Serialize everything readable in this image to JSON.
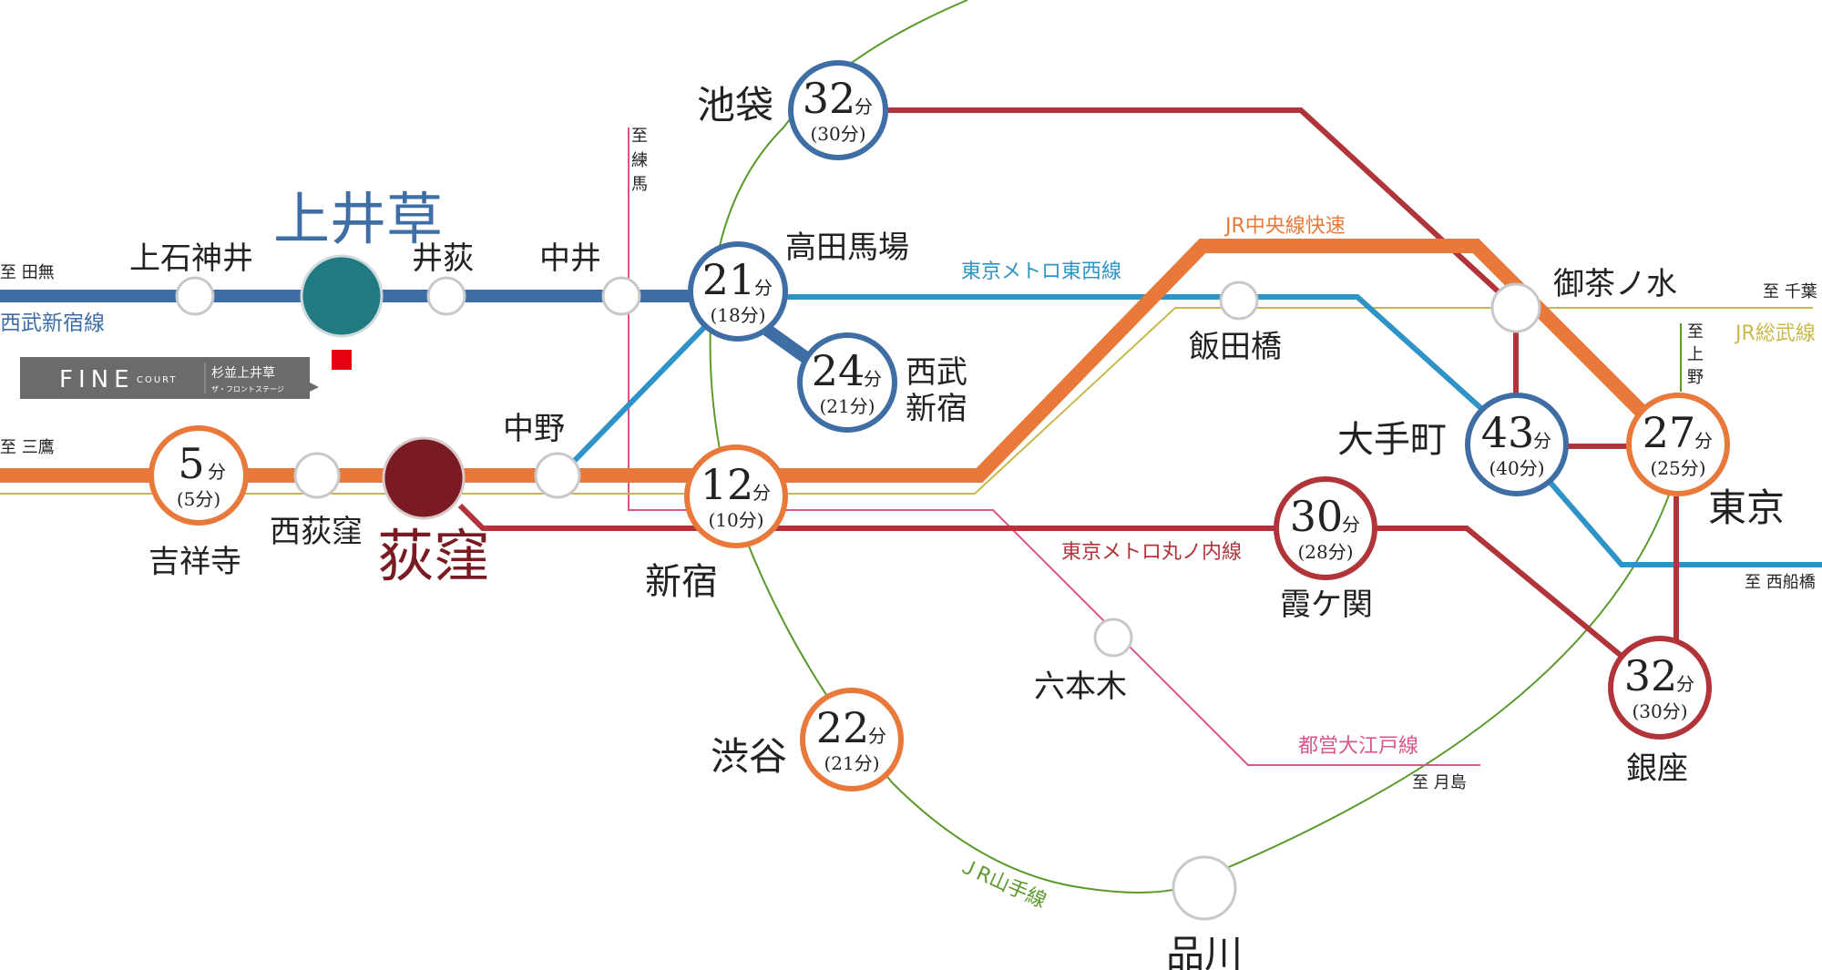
{
  "colors": {
    "seibu": "#3f6ea5",
    "chuo": "#e8793a",
    "marunouchi": "#b0343a",
    "tozai": "#2e94c7",
    "yamanote": "#5a9a2c",
    "oedo": "#d6568c",
    "sobu": "#c9b84a",
    "home": "#1f7a82",
    "ogikubo": "#7a1a22"
  },
  "lines": {
    "seibu": "西武新宿線",
    "chuo": "JR中央線快速",
    "tozai": "東京メトロ東西線",
    "marunouchi": "東京メトロ丸ノ内線",
    "oedo": "都営大江戸線",
    "yamanote": "ＪR山手線",
    "sobu": "JR総武線"
  },
  "destinations": {
    "tanashi": "至 田無",
    "mitaka": "至 三鷹",
    "chiba": "至 千葉",
    "nishifunabashi": "至 西船橋",
    "tsukishima": "至 月島",
    "nerima": [
      "至",
      "練",
      "馬"
    ],
    "ueno": [
      "至",
      "上",
      "野"
    ]
  },
  "stations": {
    "kamiigusa": "上井草",
    "kamishakujii": "上石神井",
    "iogi": "井荻",
    "nakai": "中井",
    "takadanobaba": "高田馬場",
    "seibushinjuku": [
      "西武",
      "新宿"
    ],
    "ikebukuro": "池袋",
    "ogikubo": "荻窪",
    "kichijoji": "吉祥寺",
    "nishiogikubo": "西荻窪",
    "nakano": "中野",
    "shinjuku": "新宿",
    "iidabashi": "飯田橋",
    "ochanomizu": "御茶ノ水",
    "otemachi": "大手町",
    "tokyo": "東京",
    "kasumigaseki": "霞ケ関",
    "roppongi": "六本木",
    "shibuya": "渋谷",
    "shinagawa": "品川",
    "ginza": "銀座"
  },
  "times": {
    "kichijoji": {
      "main": "5",
      "unit": "分",
      "sub": "(5分)"
    },
    "takadanobaba": {
      "main": "21",
      "unit": "分",
      "sub": "(18分)"
    },
    "seibushinjuku": {
      "main": "24",
      "unit": "分",
      "sub": "(21分)"
    },
    "ikebukuro": {
      "main": "32",
      "unit": "分",
      "sub": "(30分)"
    },
    "shinjuku": {
      "main": "12",
      "unit": "分",
      "sub": "(10分)"
    },
    "otemachi": {
      "main": "43",
      "unit": "分",
      "sub": "(40分)"
    },
    "tokyo": {
      "main": "27",
      "unit": "分",
      "sub": "(25分)"
    },
    "kasumigaseki": {
      "main": "30",
      "unit": "分",
      "sub": "(28分)"
    },
    "shibuya": {
      "main": "22",
      "unit": "分",
      "sub": "(21分)"
    },
    "ginza": {
      "main": "32",
      "unit": "分",
      "sub": "(30分)"
    }
  },
  "property": {
    "brand": "FINE",
    "brand_sub": "COURT",
    "name": "杉並上井草",
    "tagline": "ザ・フロントステージ"
  }
}
